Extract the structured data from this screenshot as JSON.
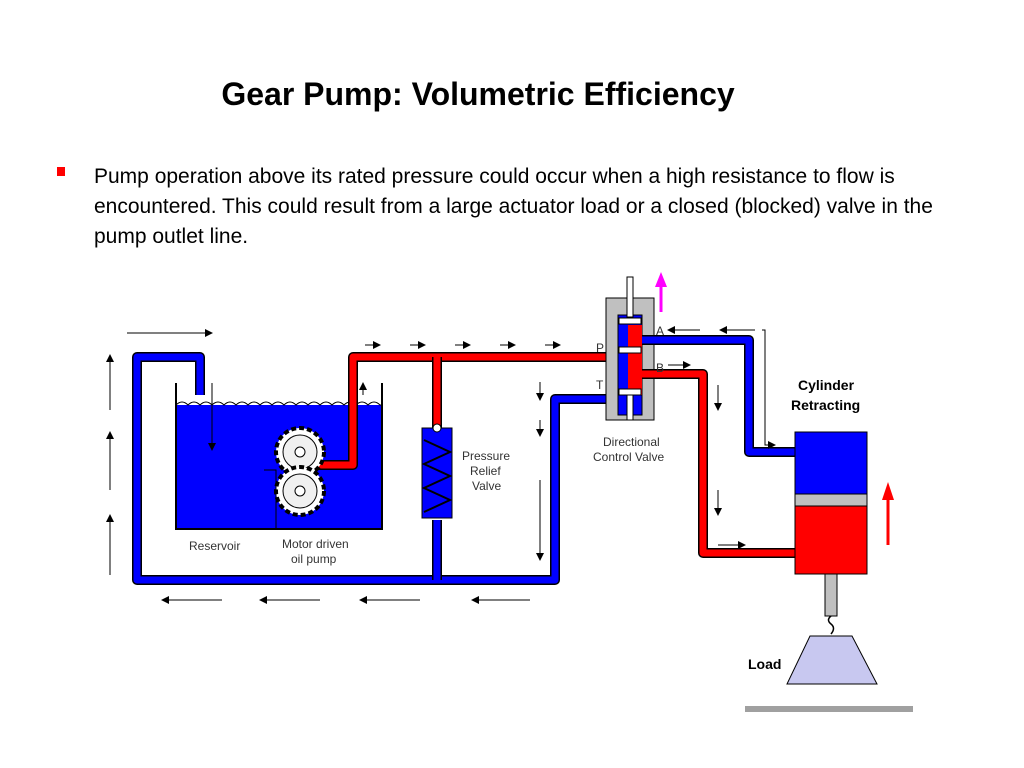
{
  "slide": {
    "title": "Gear Pump: Volumetric Efficiency",
    "bullet": "Pump operation above its rated pressure could occur when a high resistance to flow is encountered.  This could result from a large actuator load or a closed (blocked) valve in the pump outlet line."
  },
  "diagram": {
    "labels": {
      "reservoir": "Reservoir",
      "pump_line1": "Motor driven",
      "pump_line2": "oil pump",
      "relief_line1": "Pressure",
      "relief_line2": "Relief",
      "relief_line3": "Valve",
      "dcv_line1": "Directional",
      "dcv_line2": "Control Valve",
      "port_p": "P",
      "port_t": "T",
      "port_a": "A",
      "port_b": "B",
      "cylinder_line1": "Cylinder",
      "cylinder_line2": "Retracting",
      "load": "Load"
    },
    "colors": {
      "pressure_line": "#ff0000",
      "return_line": "#0000ff",
      "load_fill": "#c8c8f0",
      "valve_body": "#c0c0c0",
      "spool_arrow": "#ff00ff"
    }
  }
}
